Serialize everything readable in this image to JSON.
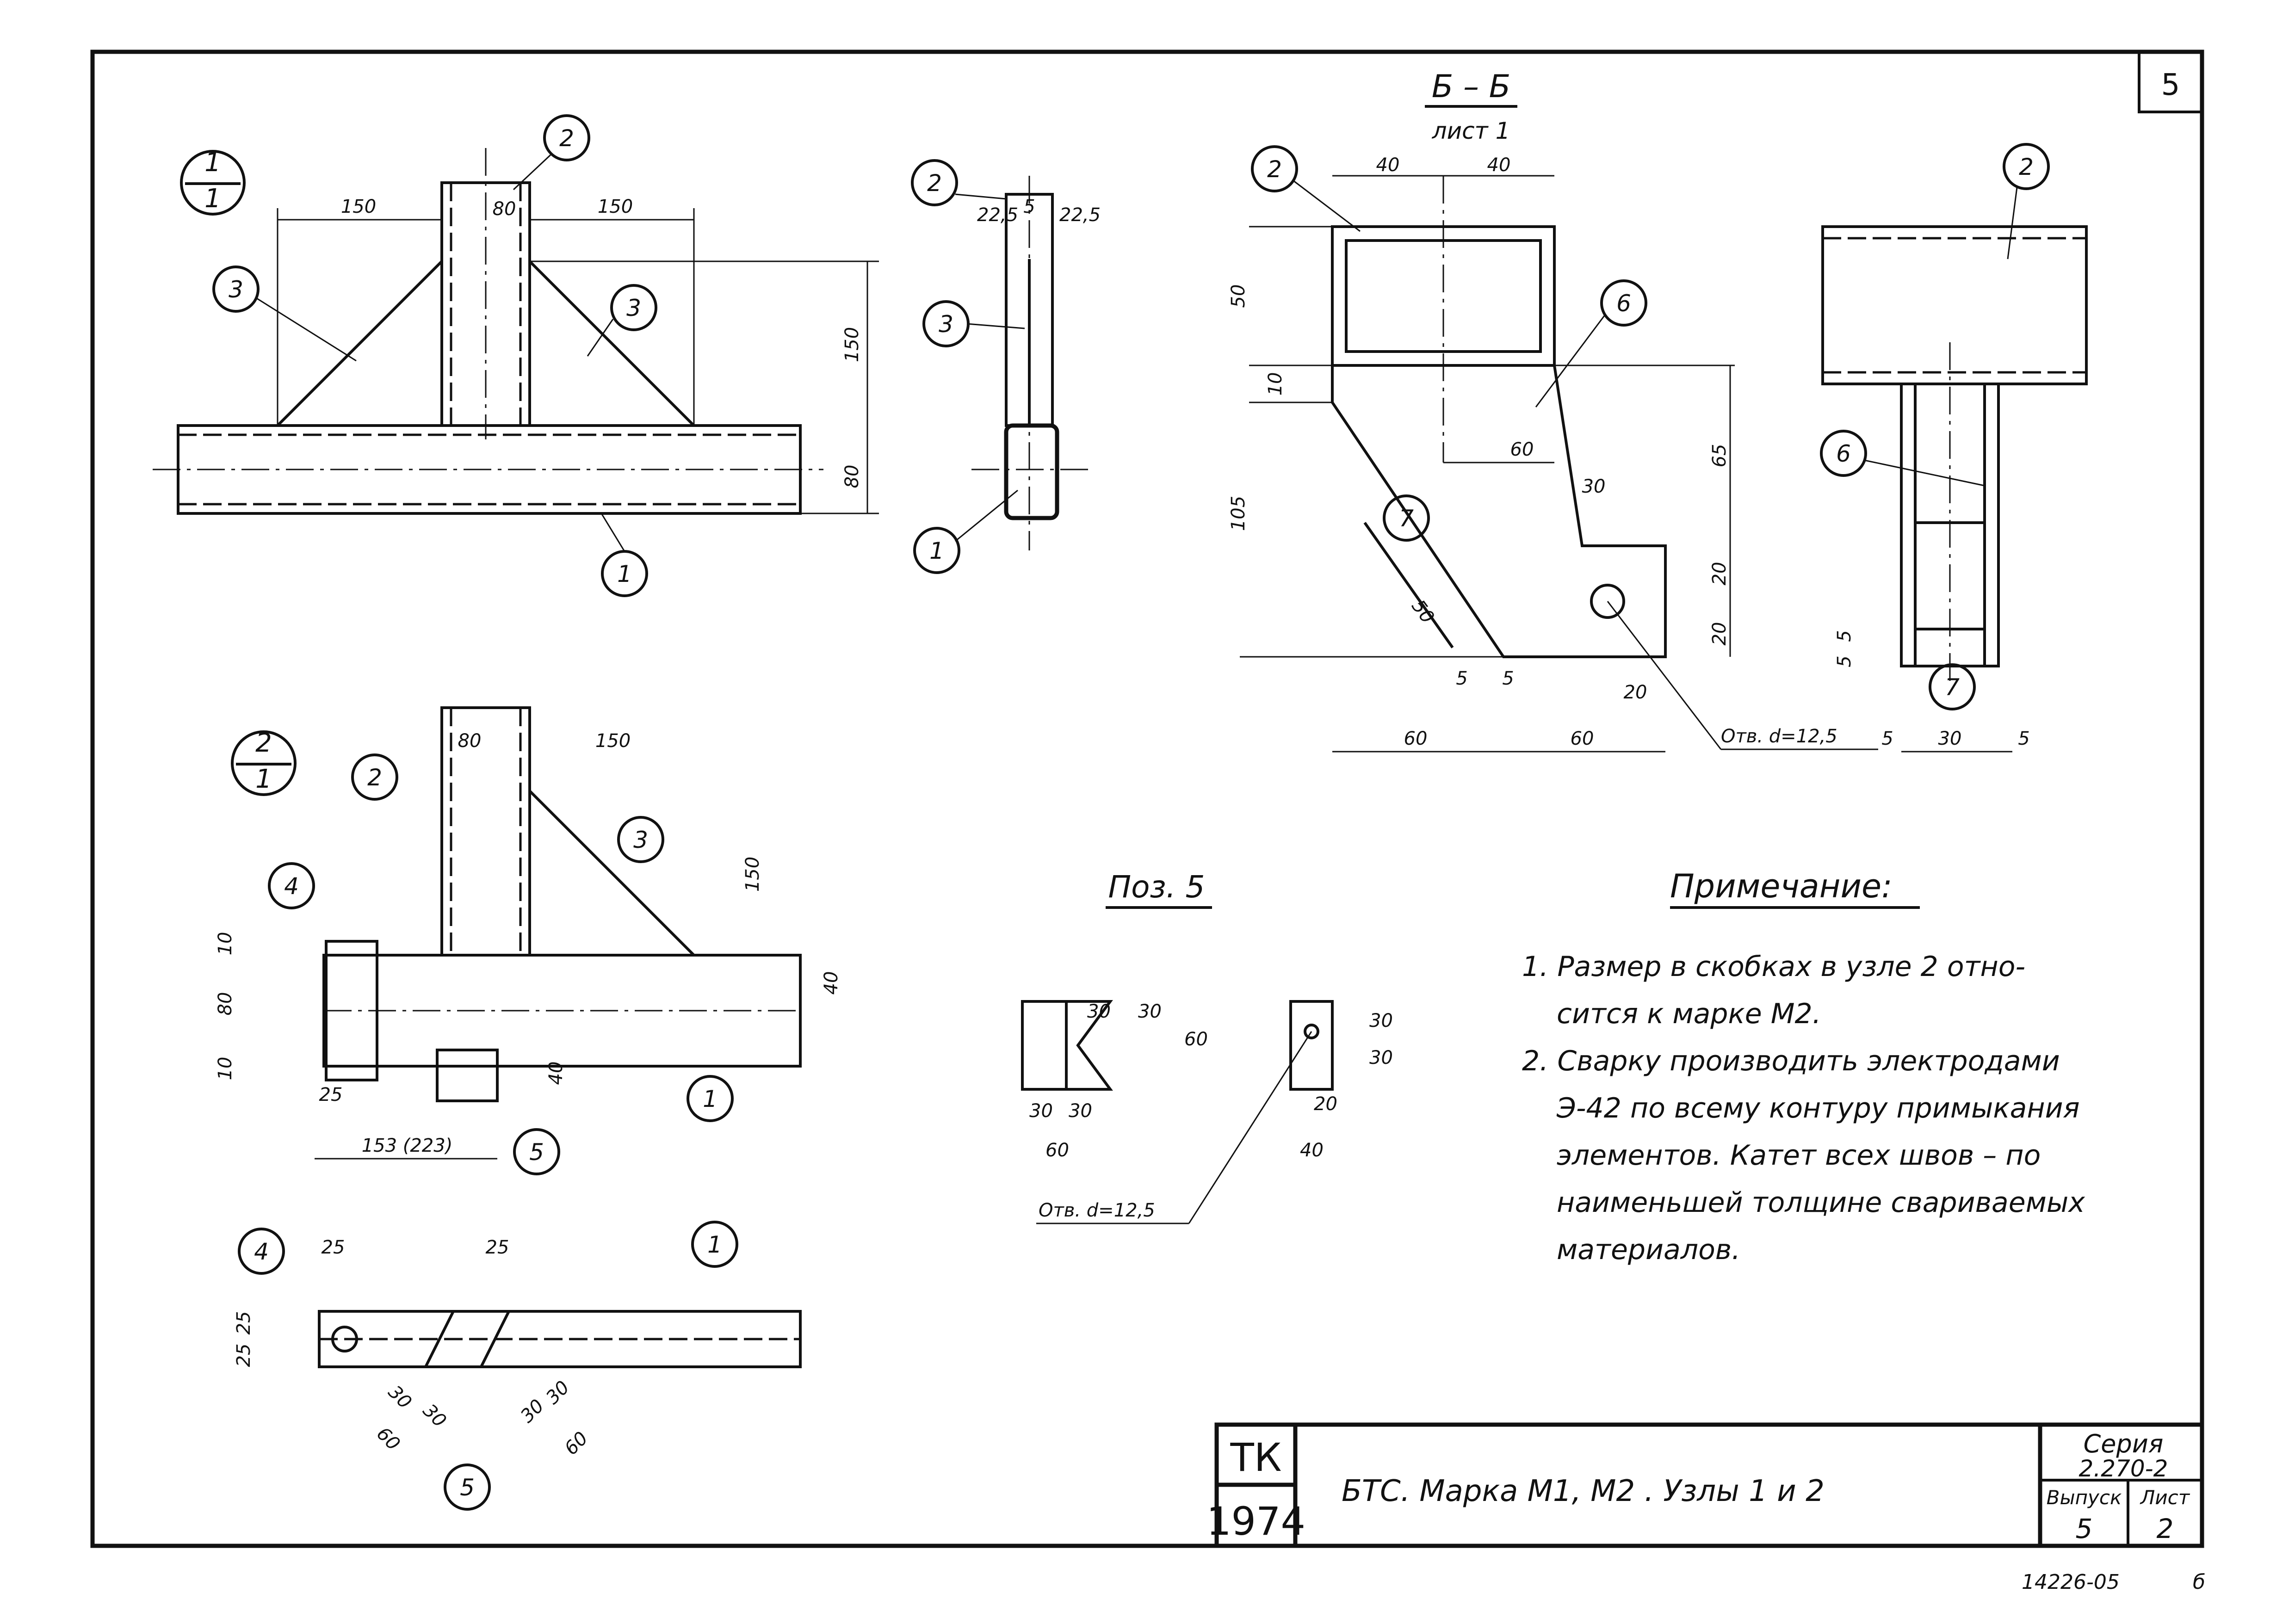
{
  "sheet": {
    "sheet_number": "5",
    "footer_code": "14226-05",
    "footer_mark": "б"
  },
  "title_block": {
    "org_line1": "ТК",
    "org_line2": "1974",
    "title": "БТС. Марка М1, М2 .  Узлы 1 и 2",
    "series_label": "Серия",
    "series_value": "2.270-2",
    "issue_label": "Выпуск",
    "issue_value": "5",
    "list_label": "Лист",
    "list_value": "2"
  },
  "node1": {
    "id_top": "1",
    "id_bottom": "1",
    "dims": [
      "150",
      "80",
      "150",
      "150",
      "80"
    ],
    "balloons": [
      "1",
      "2",
      "3",
      "3"
    ]
  },
  "section_side": {
    "dims": [
      "22,5",
      "5",
      "22,5"
    ],
    "balloons": [
      "2",
      "3",
      "1"
    ]
  },
  "section_bb": {
    "title": "Б – Б",
    "subtitle": "лист 1",
    "dims": [
      "40",
      "40",
      "50",
      "10",
      "105",
      "65",
      "60",
      "30",
      "20",
      "20",
      "50",
      "5",
      "5",
      "20",
      "60",
      "60"
    ],
    "hole_note": "Отв. d=12,5",
    "balloons": [
      "2",
      "6",
      "7"
    ]
  },
  "side_view": {
    "dims": [
      "5",
      "5",
      "5",
      "30",
      "5"
    ],
    "balloons": [
      "2",
      "6",
      "7"
    ]
  },
  "node2": {
    "id_top": "2",
    "id_bottom": "1",
    "dims": [
      "80",
      "150",
      "150",
      "10",
      "80",
      "10",
      "40",
      "40",
      "25",
      "153 (223)"
    ],
    "balloons": [
      "2",
      "3",
      "4",
      "1",
      "5"
    ]
  },
  "pos5": {
    "title": "Поз. 5",
    "dims_left": [
      "30",
      "30",
      "60",
      "30",
      "30",
      "60"
    ],
    "dims_right": [
      "30",
      "30",
      "20",
      "40"
    ],
    "hole_note": "Отв. d=12,5"
  },
  "plan_view": {
    "dims": [
      "25",
      "25",
      "25",
      "25",
      "30",
      "30",
      "60",
      "30",
      "30",
      "60"
    ],
    "balloons": [
      "4",
      "1",
      "5"
    ]
  },
  "note": {
    "heading": "Примечание:",
    "lines": [
      "1. Размер в скобках в узле 2 отно-",
      "сится  к  марке  М2.",
      "2. Сварку производить электродами",
      "Э-42 по всему контуру примыкания",
      "элементов. Катет всех швов – по",
      "наименьшей толщине свариваемых",
      "материалов."
    ]
  }
}
